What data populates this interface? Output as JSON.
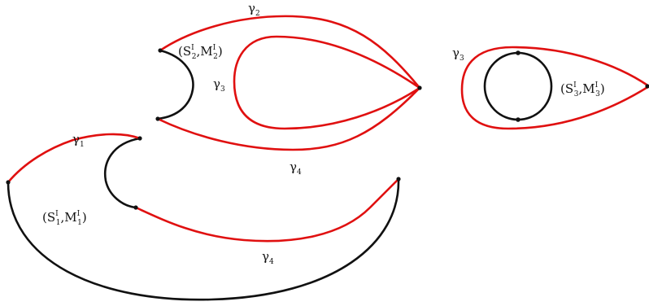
{
  "colors": {
    "curve_red": "#e01010",
    "curve_black": "#111111",
    "background": "#ffffff"
  },
  "labels": {
    "gamma1": {
      "letter": "γ",
      "index": "1"
    },
    "gamma2": {
      "letter": "γ",
      "index": "2"
    },
    "gamma3_inner": {
      "letter": "γ",
      "index": "3"
    },
    "gamma3_right": {
      "letter": "γ",
      "index": "3"
    },
    "gamma4_upper": {
      "letter": "γ",
      "index": "4"
    },
    "gamma4_lower": {
      "letter": "γ",
      "index": "4"
    },
    "pair1": {
      "open": "(S",
      "sup1": "I",
      "sub1": "1",
      "mid": ",M",
      "sup2": "I",
      "sub2": "1",
      "close": ")"
    },
    "pair2": {
      "open": "(S",
      "sup1": "I",
      "sub1": "2",
      "mid": ",M",
      "sup2": "I",
      "sub2": "2",
      "close": ")"
    },
    "pair3": {
      "open": "(S",
      "sup1": "I",
      "sub1": "3",
      "mid": ",M",
      "sup2": "I",
      "sub2": "3",
      "close": ")"
    }
  }
}
